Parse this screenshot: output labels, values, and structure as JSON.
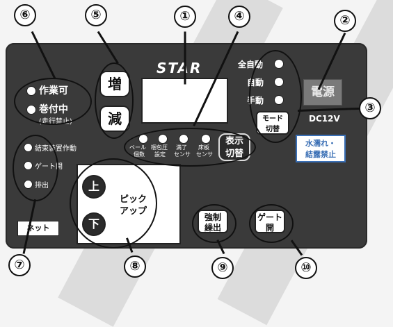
{
  "callouts": [
    "⑥",
    "⑤",
    "①",
    "④",
    "②",
    "③",
    "⑦",
    "⑧",
    "⑨",
    "⑩"
  ],
  "logo": "STAR",
  "buttons": {
    "increase": "増",
    "decrease": "減",
    "up": "上",
    "down": "下",
    "pickup_line1": "ピック",
    "pickup_line2": "アップ",
    "display_switch_line1": "表示",
    "display_switch_line2": "切替",
    "mode_switch_line1": "モード",
    "mode_switch_line2": "切替",
    "forced_eject_line1": "強制",
    "forced_eject_line2": "繰出",
    "gate_open_line1": "ゲート",
    "gate_open_line2": "開"
  },
  "status_lamps": [
    {
      "label": "作業可"
    },
    {
      "label": "巻付中",
      "sub": "(走行禁止)"
    }
  ],
  "alarm_lamps": [
    {
      "label": "結束装置作動"
    },
    {
      "label": "ゲート開"
    },
    {
      "label": "排出"
    }
  ],
  "sensor_lamps": [
    {
      "line1": "ベール",
      "line2": "個数"
    },
    {
      "line1": "梱包圧",
      "line2": "設定"
    },
    {
      "line1": "満了",
      "line2": "センサ"
    },
    {
      "line1": "床板",
      "line2": "センサ"
    }
  ],
  "mode_lamps": [
    {
      "label": "全自動"
    },
    {
      "label": "自動"
    },
    {
      "label": "手動"
    }
  ],
  "power_label": "電源",
  "voltage": "DC12V",
  "warning_line1": "水濡れ・",
  "warning_line2": "結露禁止",
  "net_label": "ネット",
  "colors": {
    "panel": "#3a3a3a",
    "warning": "#3a6fb5",
    "power_lens": "#7a7a7a"
  }
}
